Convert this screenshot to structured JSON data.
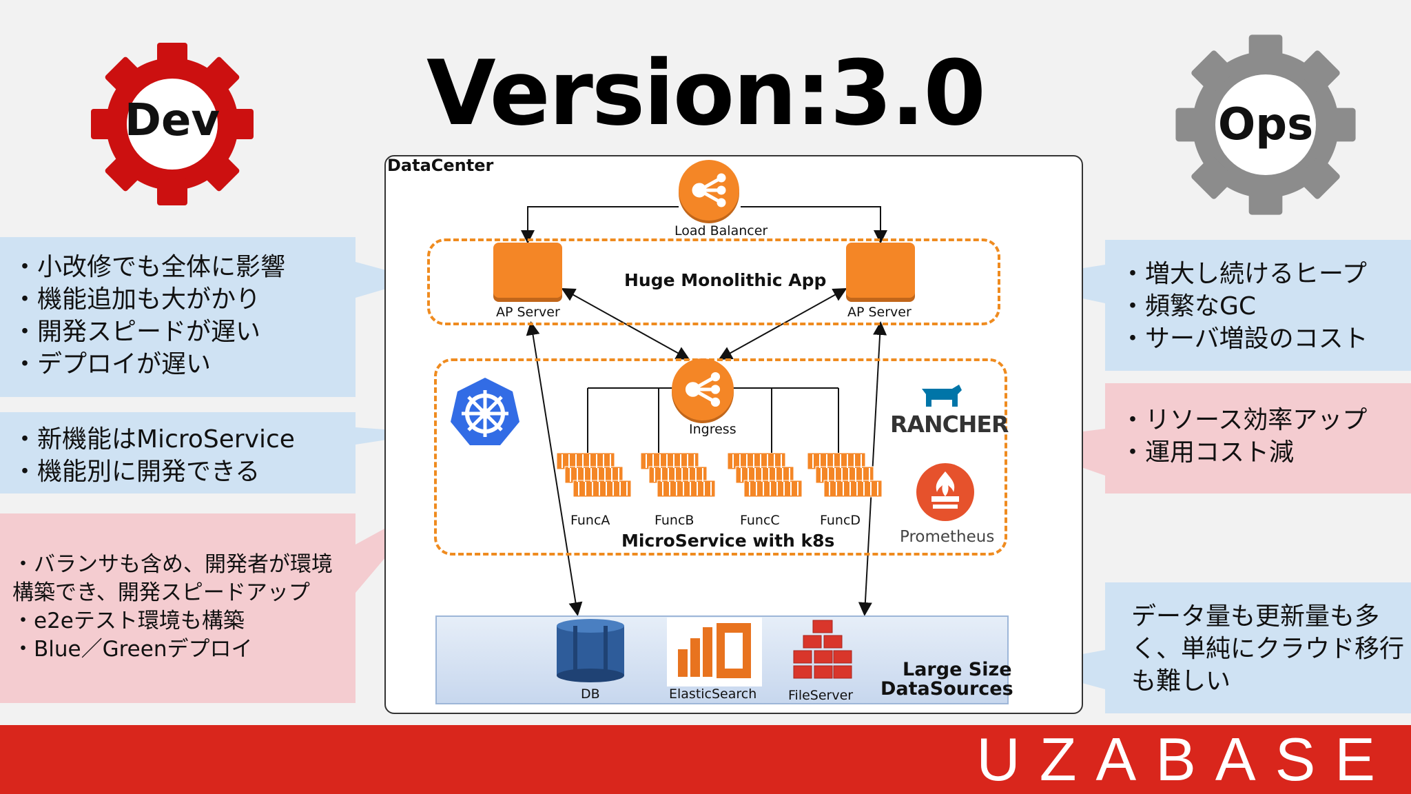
{
  "title": "Version:3.0",
  "dev_gear": {
    "label": "Dev",
    "color": "#cc1010"
  },
  "ops_gear": {
    "label": "Ops",
    "color": "#8c8c8c"
  },
  "left_notes": [
    {
      "lines": [
        "・小改修でも全体に影響",
        "・機能追加も大がかり",
        "・開発スピードが遅い",
        "・デプロイが遅い"
      ]
    },
    {
      "lines": [
        "・新機能はMicroService",
        "・機能別に開発できる"
      ]
    },
    {
      "lines": [
        "・バランサも含め、開発者が環境",
        "構築でき、開発スピードアップ",
        "・e2eテスト環境も構築",
        "・Blue／Greenデプロイ"
      ]
    }
  ],
  "right_notes": [
    {
      "lines": [
        "・増大し続けるヒープ",
        "・頻繁なGC",
        "・サーバ増設のコスト"
      ]
    },
    {
      "lines": [
        "・リソース効率アップ",
        "・運用コスト減"
      ]
    },
    {
      "lines": [
        "データ量も更新量も多",
        "く、単純にクラウド移行",
        "も難しい"
      ]
    }
  ],
  "diagram": {
    "datacenter_label": "DataCenter",
    "load_balancer_label": "Load Balancer",
    "monolith_title": "Huge Monolithic App",
    "ap_server_label": "AP Server",
    "ingress_label": "Ingress",
    "microservice_title": "MicroService with k8s",
    "funcs": [
      "FuncA",
      "FuncB",
      "FuncC",
      "FuncD"
    ],
    "rancher_label": "RANCHER",
    "prometheus_label": "Prometheus",
    "datasources": {
      "db_label": "DB",
      "es_label": "ElasticSearch",
      "fs_label": "FileServer",
      "title_line1": "Large Size",
      "title_line2": "DataSources"
    }
  },
  "brand": "UZABASE",
  "colors": {
    "accent_orange": "#f48626",
    "footer_red": "#d9261c",
    "note_blue": "#cfe2f3",
    "note_pink": "#f4ccd0"
  }
}
